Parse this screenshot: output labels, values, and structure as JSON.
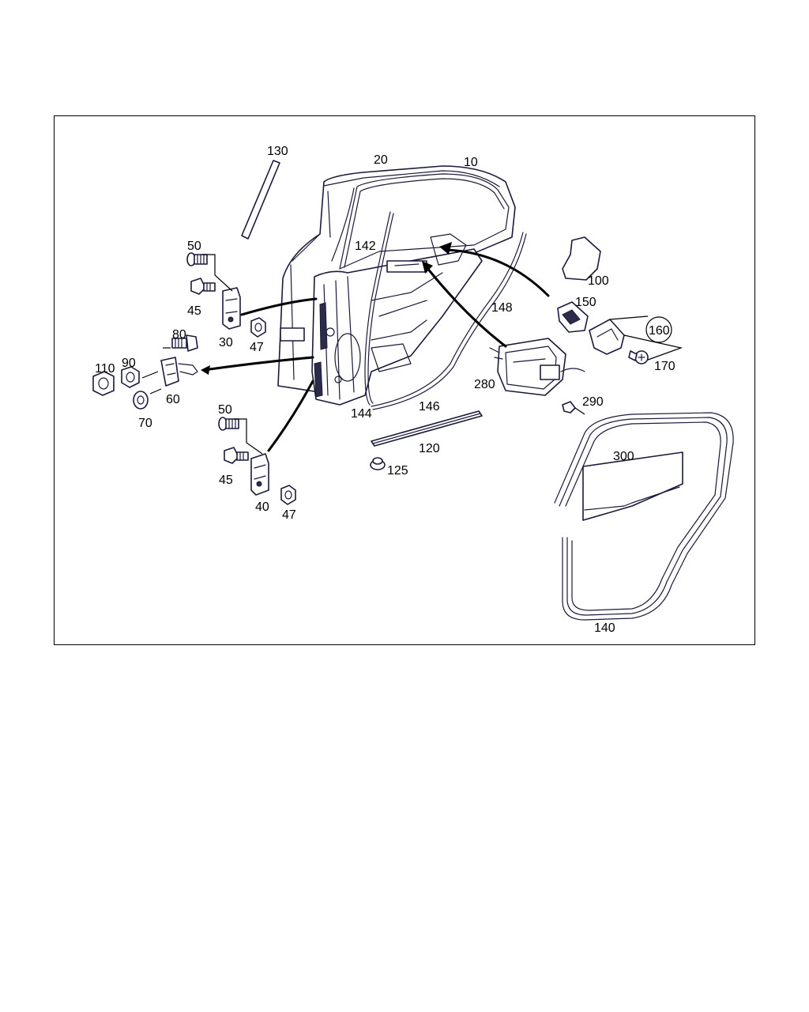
{
  "diagram": {
    "labels": {
      "p10": "10",
      "p20": "20",
      "p30": "30",
      "p40": "40",
      "p45a": "45",
      "p45b": "45",
      "p47a": "47",
      "p47b": "47",
      "p50a": "50",
      "p50b": "50",
      "p60": "60",
      "p70": "70",
      "p80": "80",
      "p90": "90",
      "p100": "100",
      "p110": "110",
      "p120": "120",
      "p125": "125",
      "p130": "130",
      "p140": "140",
      "p142": "142",
      "p144": "144",
      "p146": "146",
      "p148": "148",
      "p150": "150",
      "p160": "160",
      "p170": "170",
      "p280": "280",
      "p290": "290",
      "p300": "300"
    }
  }
}
